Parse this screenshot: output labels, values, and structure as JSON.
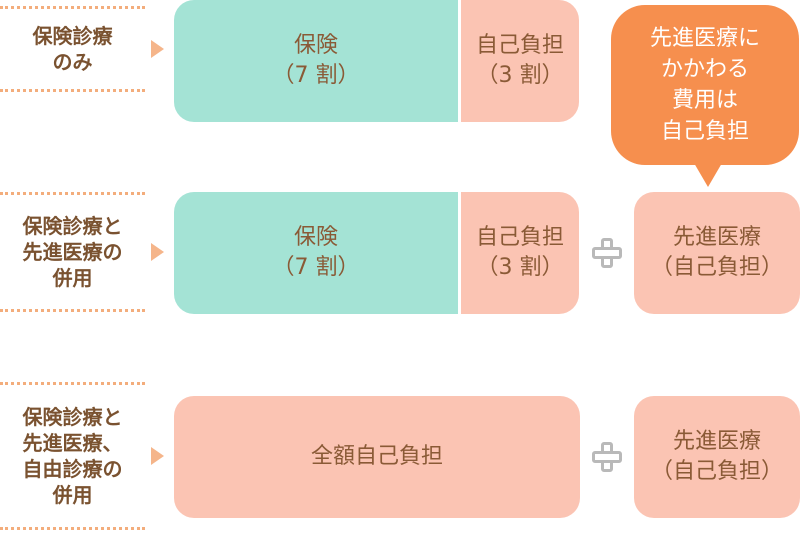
{
  "rows": [
    {
      "label_lines": [
        "保険診療",
        "のみ"
      ],
      "insurance": {
        "line1": "保険",
        "line2": "（7 割）"
      },
      "self": {
        "line1": "自己負担",
        "line2": "（3 割）"
      }
    },
    {
      "label_lines": [
        "保険診療と",
        "先進医療の",
        "併用"
      ],
      "insurance": {
        "line1": "保険",
        "line2": "（7 割）"
      },
      "self": {
        "line1": "自己負担",
        "line2": "（3 割）"
      },
      "extra": {
        "line1": "先進医療",
        "line2": "（自己負担）"
      }
    },
    {
      "label_lines": [
        "保険診療と",
        "先進医療、",
        "自由診療の",
        "併用"
      ],
      "full": {
        "line1": "全額自己負担"
      },
      "extra": {
        "line1": "先進医療",
        "line2": "（自己負担）"
      }
    }
  ],
  "callout_lines": [
    "先進医療に",
    "かかわる",
    "費用は",
    "自己負担"
  ],
  "colors": {
    "insurance_fill": "#a4e3d5",
    "self_fill": "#fbc4b3",
    "callout_fill": "#f68f4e",
    "label_border": "#f3ad7c",
    "text": "#8a5a36"
  },
  "icons": {
    "row_arrow": "triangle-right",
    "combine": "plus-sign"
  }
}
